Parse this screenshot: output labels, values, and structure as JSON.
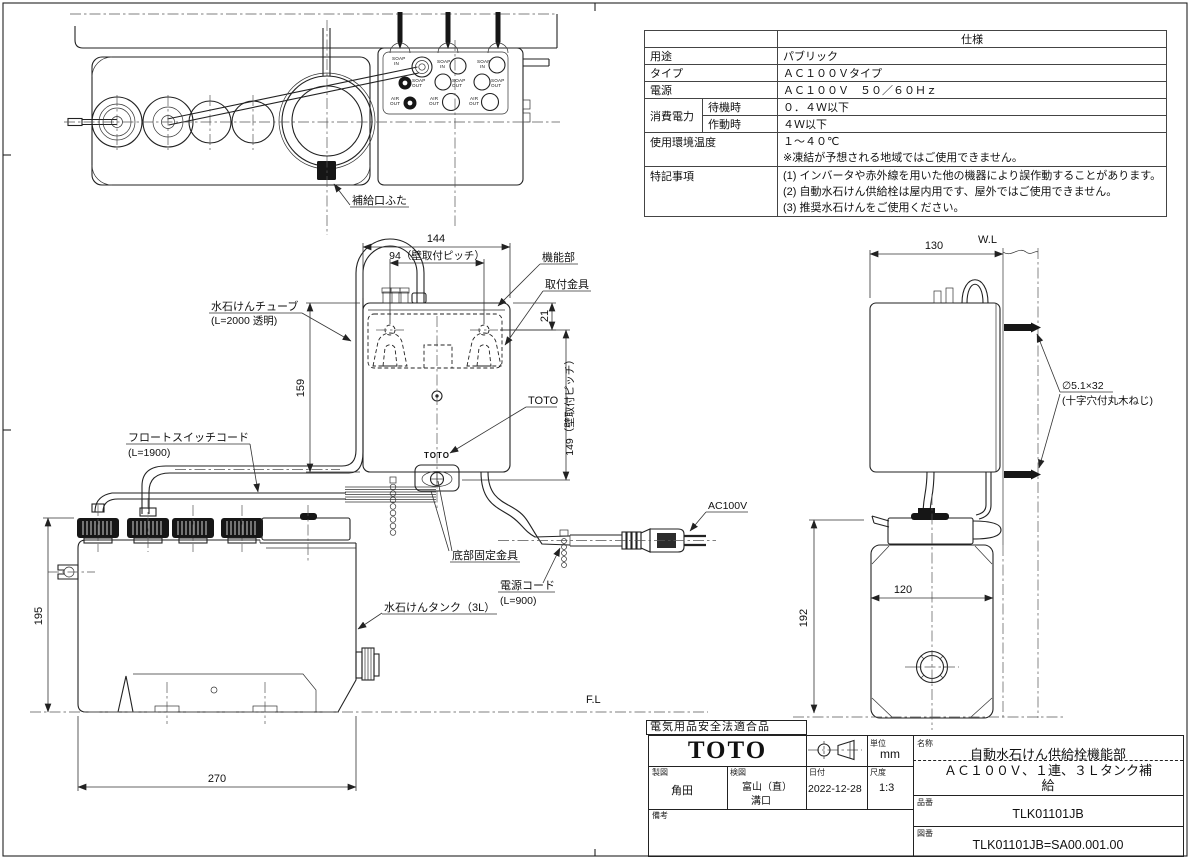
{
  "drawing": {
    "ports": {
      "soap": "SOAP",
      "air": "AIR",
      "in": "IN",
      "out": "OUT"
    },
    "annotations": {
      "refill_lid": "補給口ふた",
      "soap_tube": "水石けんチューブ",
      "soap_tube_len": "(L=2000 透明)",
      "float_cord": "フロートスイッチコード",
      "float_cord_len": "(L=1900)",
      "function_unit": "機能部",
      "bracket": "取付金具",
      "toto_ref": "TOTO",
      "toto_logo": "TOTO",
      "bottom_bracket": "底部固定金具",
      "power_cord": "電源コード",
      "power_cord_len": "(L=900)",
      "ac100v": "AC100V",
      "tank": "水石けんタンク（3L）",
      "fl": "F.L",
      "wl": "W.L",
      "screw": "∅5.1×32",
      "screw_note": "(十字穴付丸木ねじ)"
    },
    "dims": {
      "w144": "144",
      "p94": "94（壁取付ピッチ）",
      "h21": "21",
      "h159": "159",
      "p149": "149（壁取付ピッチ）",
      "h195": "195",
      "w270": "270",
      "w130": "130",
      "w120": "120",
      "h192": "192"
    }
  },
  "spec_table": {
    "title": "仕様",
    "rows": [
      {
        "label": "用途",
        "value": "パブリック"
      },
      {
        "label": "タイプ",
        "value": "ＡＣ１００Ｖタイプ"
      },
      {
        "label": "電源",
        "value": "ＡＣ１００Ｖ　５０／６０Ｈｚ"
      },
      {
        "label": "消費電力",
        "sub": "待機時",
        "value": "０．４Ｗ以下"
      },
      {
        "sub": "作動時",
        "value": "４Ｗ以下"
      },
      {
        "label": "使用環境温度",
        "value": "１～４０℃",
        "value2": "※凍結が予想される地域ではご使用できません。"
      },
      {
        "label": "特記事項",
        "notes": [
          "(1) インバータや赤外線を用いた他の機器により誤作動することがあります。",
          "(2) 自動水石けん供給栓は屋内用です、屋外ではご使用できません。",
          "(3) 推奨水石けんをご使用ください。"
        ]
      }
    ]
  },
  "title_block": {
    "compliance": "電気用品安全法適合品",
    "logo": "TOTO",
    "unit_label": "単位",
    "unit_value": "mm",
    "name_label": "名称",
    "name_value": "自動水石けん供給栓機能部",
    "model_line1": "ＡＣ１００Ｖ、１連、３Ｌタンク補",
    "model_line2": "給",
    "part_label": "品番",
    "part_value": "TLK01101JB",
    "dwg_label": "図番",
    "dwg_value": "TLK01101JB=SA00.001.00",
    "drafter_label": "製図",
    "drafter": "角田",
    "checker_label": "検図",
    "checker1": "富山（直）",
    "checker2": "溝口",
    "date_label": "日付",
    "date": "2022-12-28",
    "scale_label": "尺度",
    "scale": "1:3",
    "remarks_label": "備考"
  }
}
